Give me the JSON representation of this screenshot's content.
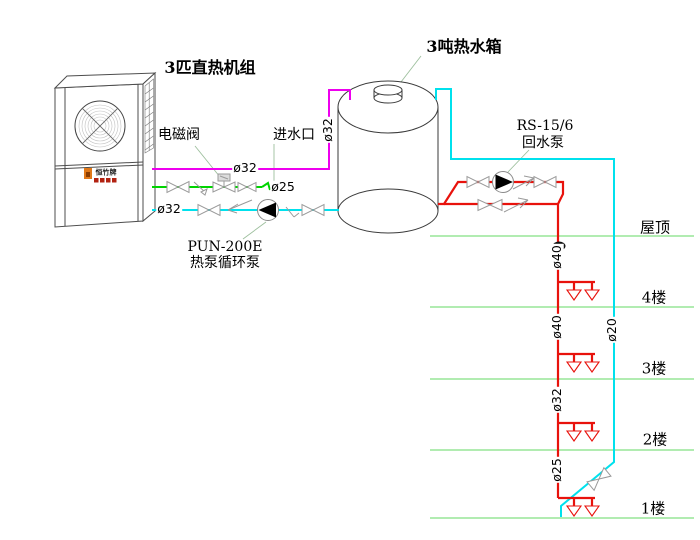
{
  "diagram": {
    "equipment": {
      "heat_pump_title": "3匹直热机组",
      "tank_title": "3吨热水箱",
      "brand_logo": "恒竹牌"
    },
    "labels": {
      "solenoid_valve": "电磁阀",
      "water_inlet": "进水口",
      "circulation_pump_model": "PUN-200E",
      "circulation_pump_name": "热泵循环泵",
      "return_pump_model": "RS-15/6",
      "return_pump_name": "回水泵"
    },
    "pipe_labels": {
      "supply_horizontal": "ø32",
      "supply_vertical": "ø32",
      "inlet": "ø25",
      "hp_return": "ø32",
      "riser_roof_4f": "ø40",
      "riser_4f_3f": "ø40",
      "riser_3f_2f": "ø32",
      "riser_2f_1f": "ø25",
      "return_riser": "ø20"
    },
    "floors": [
      {
        "label": "屋顶"
      },
      {
        "label": "4楼"
      },
      {
        "label": "3楼"
      },
      {
        "label": "2楼"
      },
      {
        "label": "1楼"
      }
    ],
    "colors": {
      "supply_pipe": "#ee00ee",
      "inlet_pipe": "#00d400",
      "return_pipe": "#00e1ed",
      "hot_water_pipe": "#e8120c",
      "floor_line": "#82e082"
    }
  }
}
